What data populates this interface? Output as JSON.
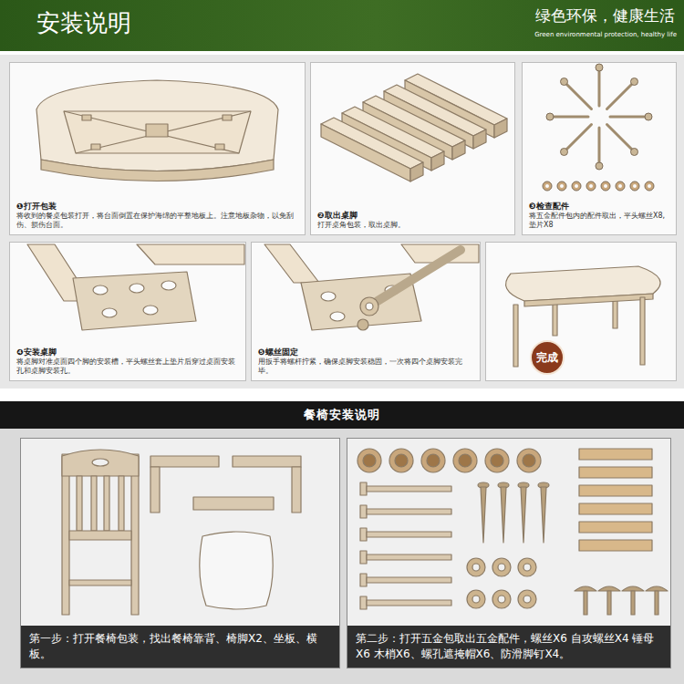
{
  "diagram": {
    "nodes": [
      {
        "text": [
          "安装说明",
          "绿色环保，健康生活",
          "Green environmental protection, healthy life"
        ]
      },
      {
        "text": [
          "❶打开包装",
          "将收到的餐桌包装打开，将台面倒置在保护海绵的平整地板上。注意地板杂物，以免刮伤、损伤台面。"
        ]
      },
      {
        "text": [
          "❷取出桌脚",
          "打开桌角包装，取出桌脚。"
        ]
      },
      {
        "text": [
          "❸检查配件",
          "将五金配件包内的配件取出，平头螺丝X8,垫片X8"
        ]
      },
      {
        "text": [
          "❹安装桌脚",
          "将桌脚对准桌面四个脚的安装槽，平头螺丝套上垫片后穿过桌面安装孔和桌脚安装孔。"
        ]
      },
      {
        "text": [
          "❺螺丝固定",
          "用扳手将螺杆拧紧，确保桌脚安装稳固，一次将四个桌脚安装完毕。"
        ]
      },
      {
        "text": [
          "完成"
        ]
      },
      {
        "text": [
          "餐椅安装说明"
        ]
      },
      {
        "text": [
          "第一步：打开餐椅包装，找出餐椅靠背、椅脚X2、坐板、横板。"
        ]
      },
      {
        "text": [
          "第二步：打开五金包取出五金配件，螺丝X6 自攻螺丝X4 锤母X6 木梢X6、螺孔遮掩帽X6、防滑脚钉X4。"
        ]
      }
    ]
  }
}
